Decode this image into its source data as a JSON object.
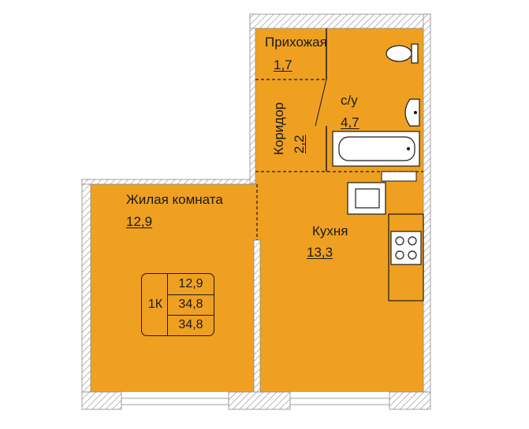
{
  "colors": {
    "room_fill": "#EFA021",
    "wall": "#8a8a8a",
    "line": "#1a1a1a",
    "background": "#ffffff"
  },
  "rooms": [
    {
      "id": "hallway",
      "name": "Прихожая",
      "area": "1,7"
    },
    {
      "id": "corridor",
      "name": "Коридор",
      "area": "2,2"
    },
    {
      "id": "bathroom",
      "name": "с/у",
      "area": "4,7"
    },
    {
      "id": "living-room",
      "name": "Жилая комната",
      "area": "12,9"
    },
    {
      "id": "kitchen",
      "name": "Кухня",
      "area": "13,3"
    }
  ],
  "summary": {
    "type": "1К",
    "living_area": "12,9",
    "total_area": "34,8",
    "total_area_2": "34,8"
  },
  "fixtures": [
    "toilet-icon",
    "sink-icon",
    "bathtub-icon",
    "washing-machine-icon",
    "kitchen-sink-icon",
    "stove-icon"
  ]
}
